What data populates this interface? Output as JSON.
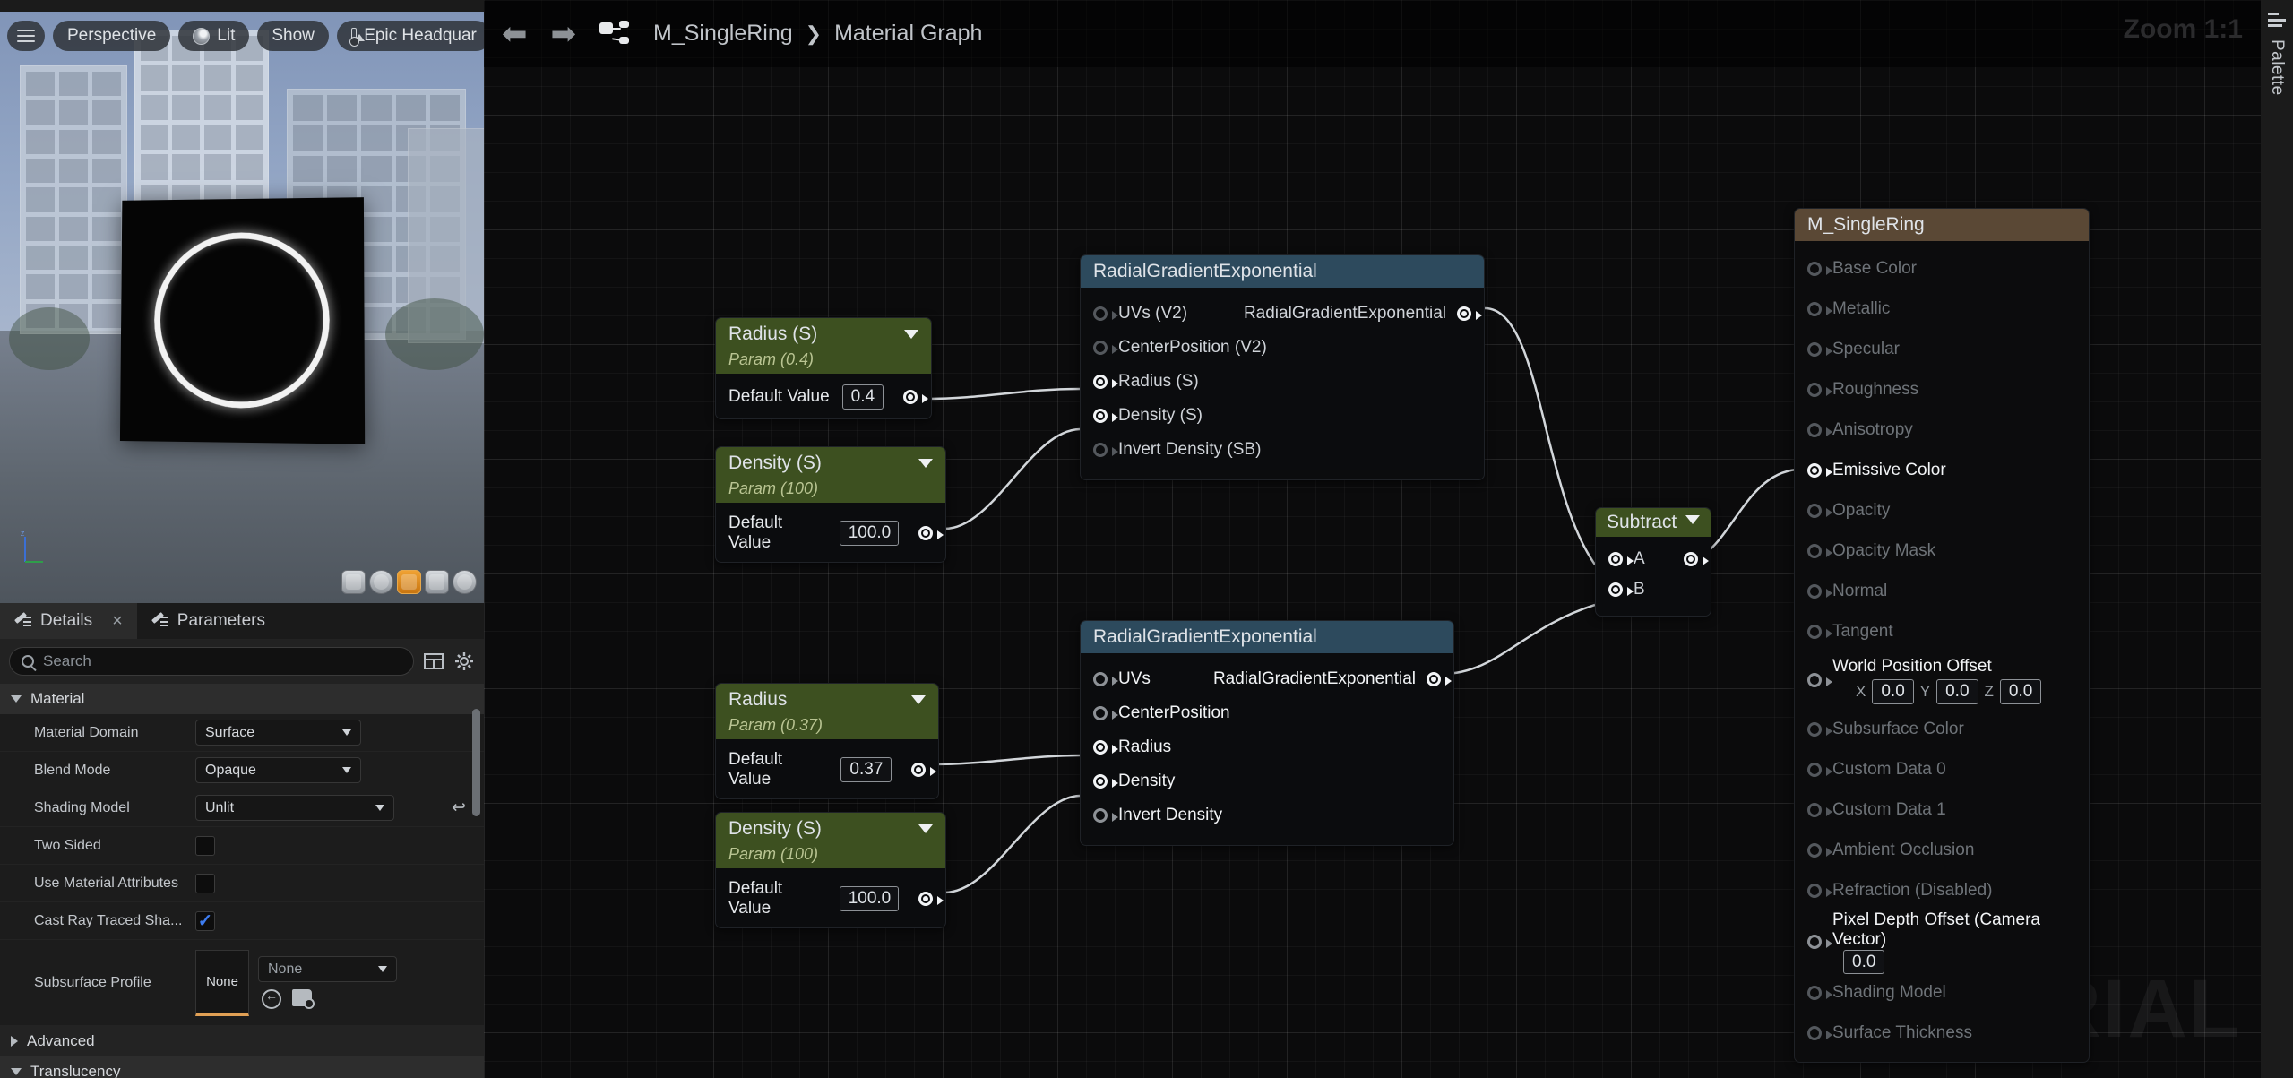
{
  "viewport": {
    "toolbar": {
      "menu_icon": "hamburger-icon",
      "perspective_label": "Perspective",
      "lit_label": "Lit",
      "show_label": "Show",
      "env_label": "Epic Headquar"
    },
    "shape_buttons": [
      "cylinder",
      "sphere",
      "plane",
      "cube",
      "custom-mesh"
    ],
    "selected_shape": "plane"
  },
  "details_panel": {
    "tabs": [
      {
        "label": "Details",
        "active": true,
        "closable": true
      },
      {
        "label": "Parameters",
        "active": false,
        "closable": false
      }
    ],
    "close_glyph": "×",
    "search": {
      "placeholder": "Search",
      "value": ""
    },
    "sections": [
      {
        "title": "Material",
        "expanded": true,
        "rows": [
          {
            "label": "Material Domain",
            "type": "combo",
            "value": "Surface"
          },
          {
            "label": "Blend Mode",
            "type": "combo",
            "value": "Opaque"
          },
          {
            "label": "Shading Model",
            "type": "combo",
            "value": "Unlit",
            "has_reset": true
          },
          {
            "label": "Two Sided",
            "type": "checkbox",
            "checked": false
          },
          {
            "label": "Use Material Attributes",
            "type": "checkbox",
            "checked": false
          },
          {
            "label": "Cast Ray Traced Sha...",
            "type": "checkbox",
            "checked": true
          },
          {
            "label": "Subsurface Profile",
            "type": "asset",
            "thumb_label": "None",
            "value": "None"
          }
        ]
      },
      {
        "title": "Advanced",
        "expanded": false,
        "rows": []
      },
      {
        "title": "Translucency",
        "expanded": true,
        "rows": []
      }
    ]
  },
  "graph": {
    "header": {
      "back_glyph": "⬅",
      "forward_glyph": "➡",
      "graph_icon": "node-graph-icon",
      "breadcrumb": [
        "M_SingleRing",
        "Material Graph"
      ],
      "separator": "❯"
    },
    "zoom_label": "Zoom 1:1",
    "watermark": "MATERIAL",
    "nodes": [
      {
        "id": "radius_s_param",
        "type": "param",
        "title": "Radius (S)",
        "subtitle": "Param (0.4)",
        "default_label": "Default Value",
        "default_value": "0.4"
      },
      {
        "id": "density_s_param_top",
        "type": "param",
        "title": "Density (S)",
        "subtitle": "Param (100)",
        "default_label": "Default Value",
        "default_value": "100.0"
      },
      {
        "id": "radius_param_bottom",
        "type": "param",
        "title": "Radius",
        "subtitle": "Param (0.37)",
        "default_label": "Default Value",
        "default_value": "0.37"
      },
      {
        "id": "density_s_param_bottom",
        "type": "param",
        "title": "Density (S)",
        "subtitle": "Param (100)",
        "default_label": "Default Value",
        "default_value": "100.0"
      },
      {
        "id": "rge_top",
        "type": "function",
        "title": "RadialGradientExponential",
        "output_label": "RadialGradientExponential",
        "inputs": [
          {
            "label": "UVs (V2)",
            "connected": false
          },
          {
            "label": "CenterPosition (V2)",
            "connected": false
          },
          {
            "label": "Radius (S)",
            "connected": true
          },
          {
            "label": "Density (S)",
            "connected": true
          },
          {
            "label": "Invert Density (SB)",
            "connected": false
          }
        ]
      },
      {
        "id": "rge_bottom",
        "type": "function",
        "title": "RadialGradientExponential",
        "output_label": "RadialGradientExponential",
        "inputs": [
          {
            "label": "UVs",
            "connected": false
          },
          {
            "label": "CenterPosition",
            "connected": false
          },
          {
            "label": "Radius",
            "connected": true
          },
          {
            "label": "Density",
            "connected": true
          },
          {
            "label": "Invert Density",
            "connected": false
          }
        ]
      },
      {
        "id": "subtract",
        "type": "math",
        "title": "Subtract",
        "inputs": [
          {
            "label": "A",
            "connected": true
          },
          {
            "label": "B",
            "connected": true
          }
        ]
      }
    ],
    "material_node": {
      "title": "M_SingleRing",
      "pins": [
        {
          "label": "Base Color",
          "connected": false
        },
        {
          "label": "Metallic",
          "connected": false
        },
        {
          "label": "Specular",
          "connected": false
        },
        {
          "label": "Roughness",
          "connected": false
        },
        {
          "label": "Anisotropy",
          "connected": false
        },
        {
          "label": "Emissive Color",
          "connected": true
        },
        {
          "label": "Opacity",
          "connected": false
        },
        {
          "label": "Opacity Mask",
          "connected": false
        },
        {
          "label": "Normal",
          "connected": false
        },
        {
          "label": "Tangent",
          "connected": false
        },
        {
          "label": "World Position Offset",
          "connected": false,
          "vector": {
            "x": "0.0",
            "y": "0.0",
            "z": "0.0",
            "labels": [
              "X",
              "Y",
              "Z"
            ]
          }
        },
        {
          "label": "Subsurface Color",
          "connected": false
        },
        {
          "label": "Custom Data 0",
          "connected": false
        },
        {
          "label": "Custom Data 1",
          "connected": false
        },
        {
          "label": "Ambient Occlusion",
          "connected": false
        },
        {
          "label": "Refraction (Disabled)",
          "connected": false
        },
        {
          "label": "Pixel Depth Offset (Camera Vector)",
          "connected": false,
          "scalar": "0.0"
        },
        {
          "label": "Shading Model",
          "connected": false
        },
        {
          "label": "Surface Thickness",
          "connected": false
        }
      ]
    }
  },
  "palette": {
    "label": "Palette",
    "icon": "list-icon"
  },
  "colors": {
    "node_header_blue": "#2d4a5d",
    "node_header_green": "#3d5020",
    "node_header_brown": "#5a4835",
    "accent_checkbox": "#3d7cf0",
    "asset_accent": "#e0a055"
  }
}
